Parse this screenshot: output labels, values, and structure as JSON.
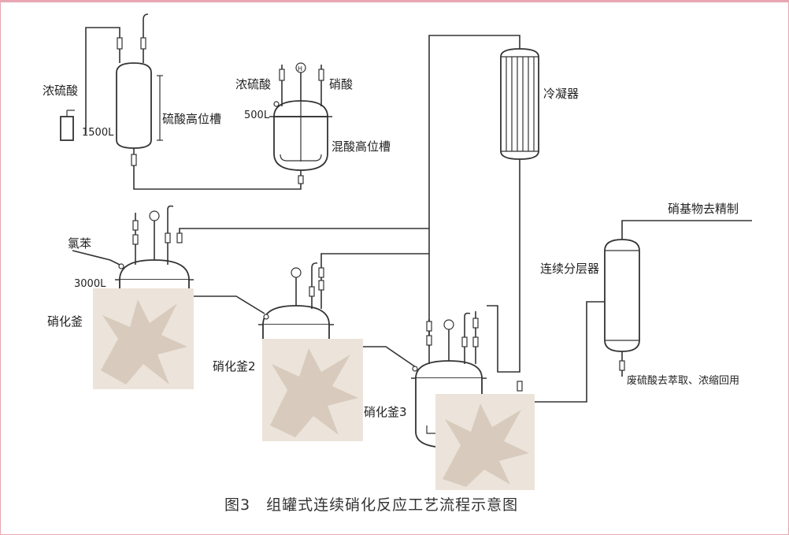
{
  "labels": {
    "h2so4_conc_left": "浓硫酸",
    "tank_1500": "1500L",
    "h2so4_head_tank": "硫酸高位槽",
    "h2so4_conc_mid": "浓硫酸",
    "nitric_acid": "硝酸",
    "tank_500": "500L",
    "mixed_acid_head_tank": "混酸高位槽",
    "condenser": "冷凝器",
    "chlorobenzene": "氯苯",
    "tank_3000": "3000L",
    "nitrator_1": "硝化釜",
    "nitrator_2": "硝化釜2",
    "nitrator_3": "硝化釜3",
    "separator": "连续分层器",
    "nitro_refine": "硝基物去精制",
    "waste_acid": "废硫酸去萃取、浓缩回用",
    "thermometer_mark": "H"
  },
  "caption": "图3　组罐式连续硝化反应工艺流程示意图",
  "colors": {
    "border": "#e7a7b2",
    "stroke": "#333333",
    "watermark": "#c7b19c"
  }
}
